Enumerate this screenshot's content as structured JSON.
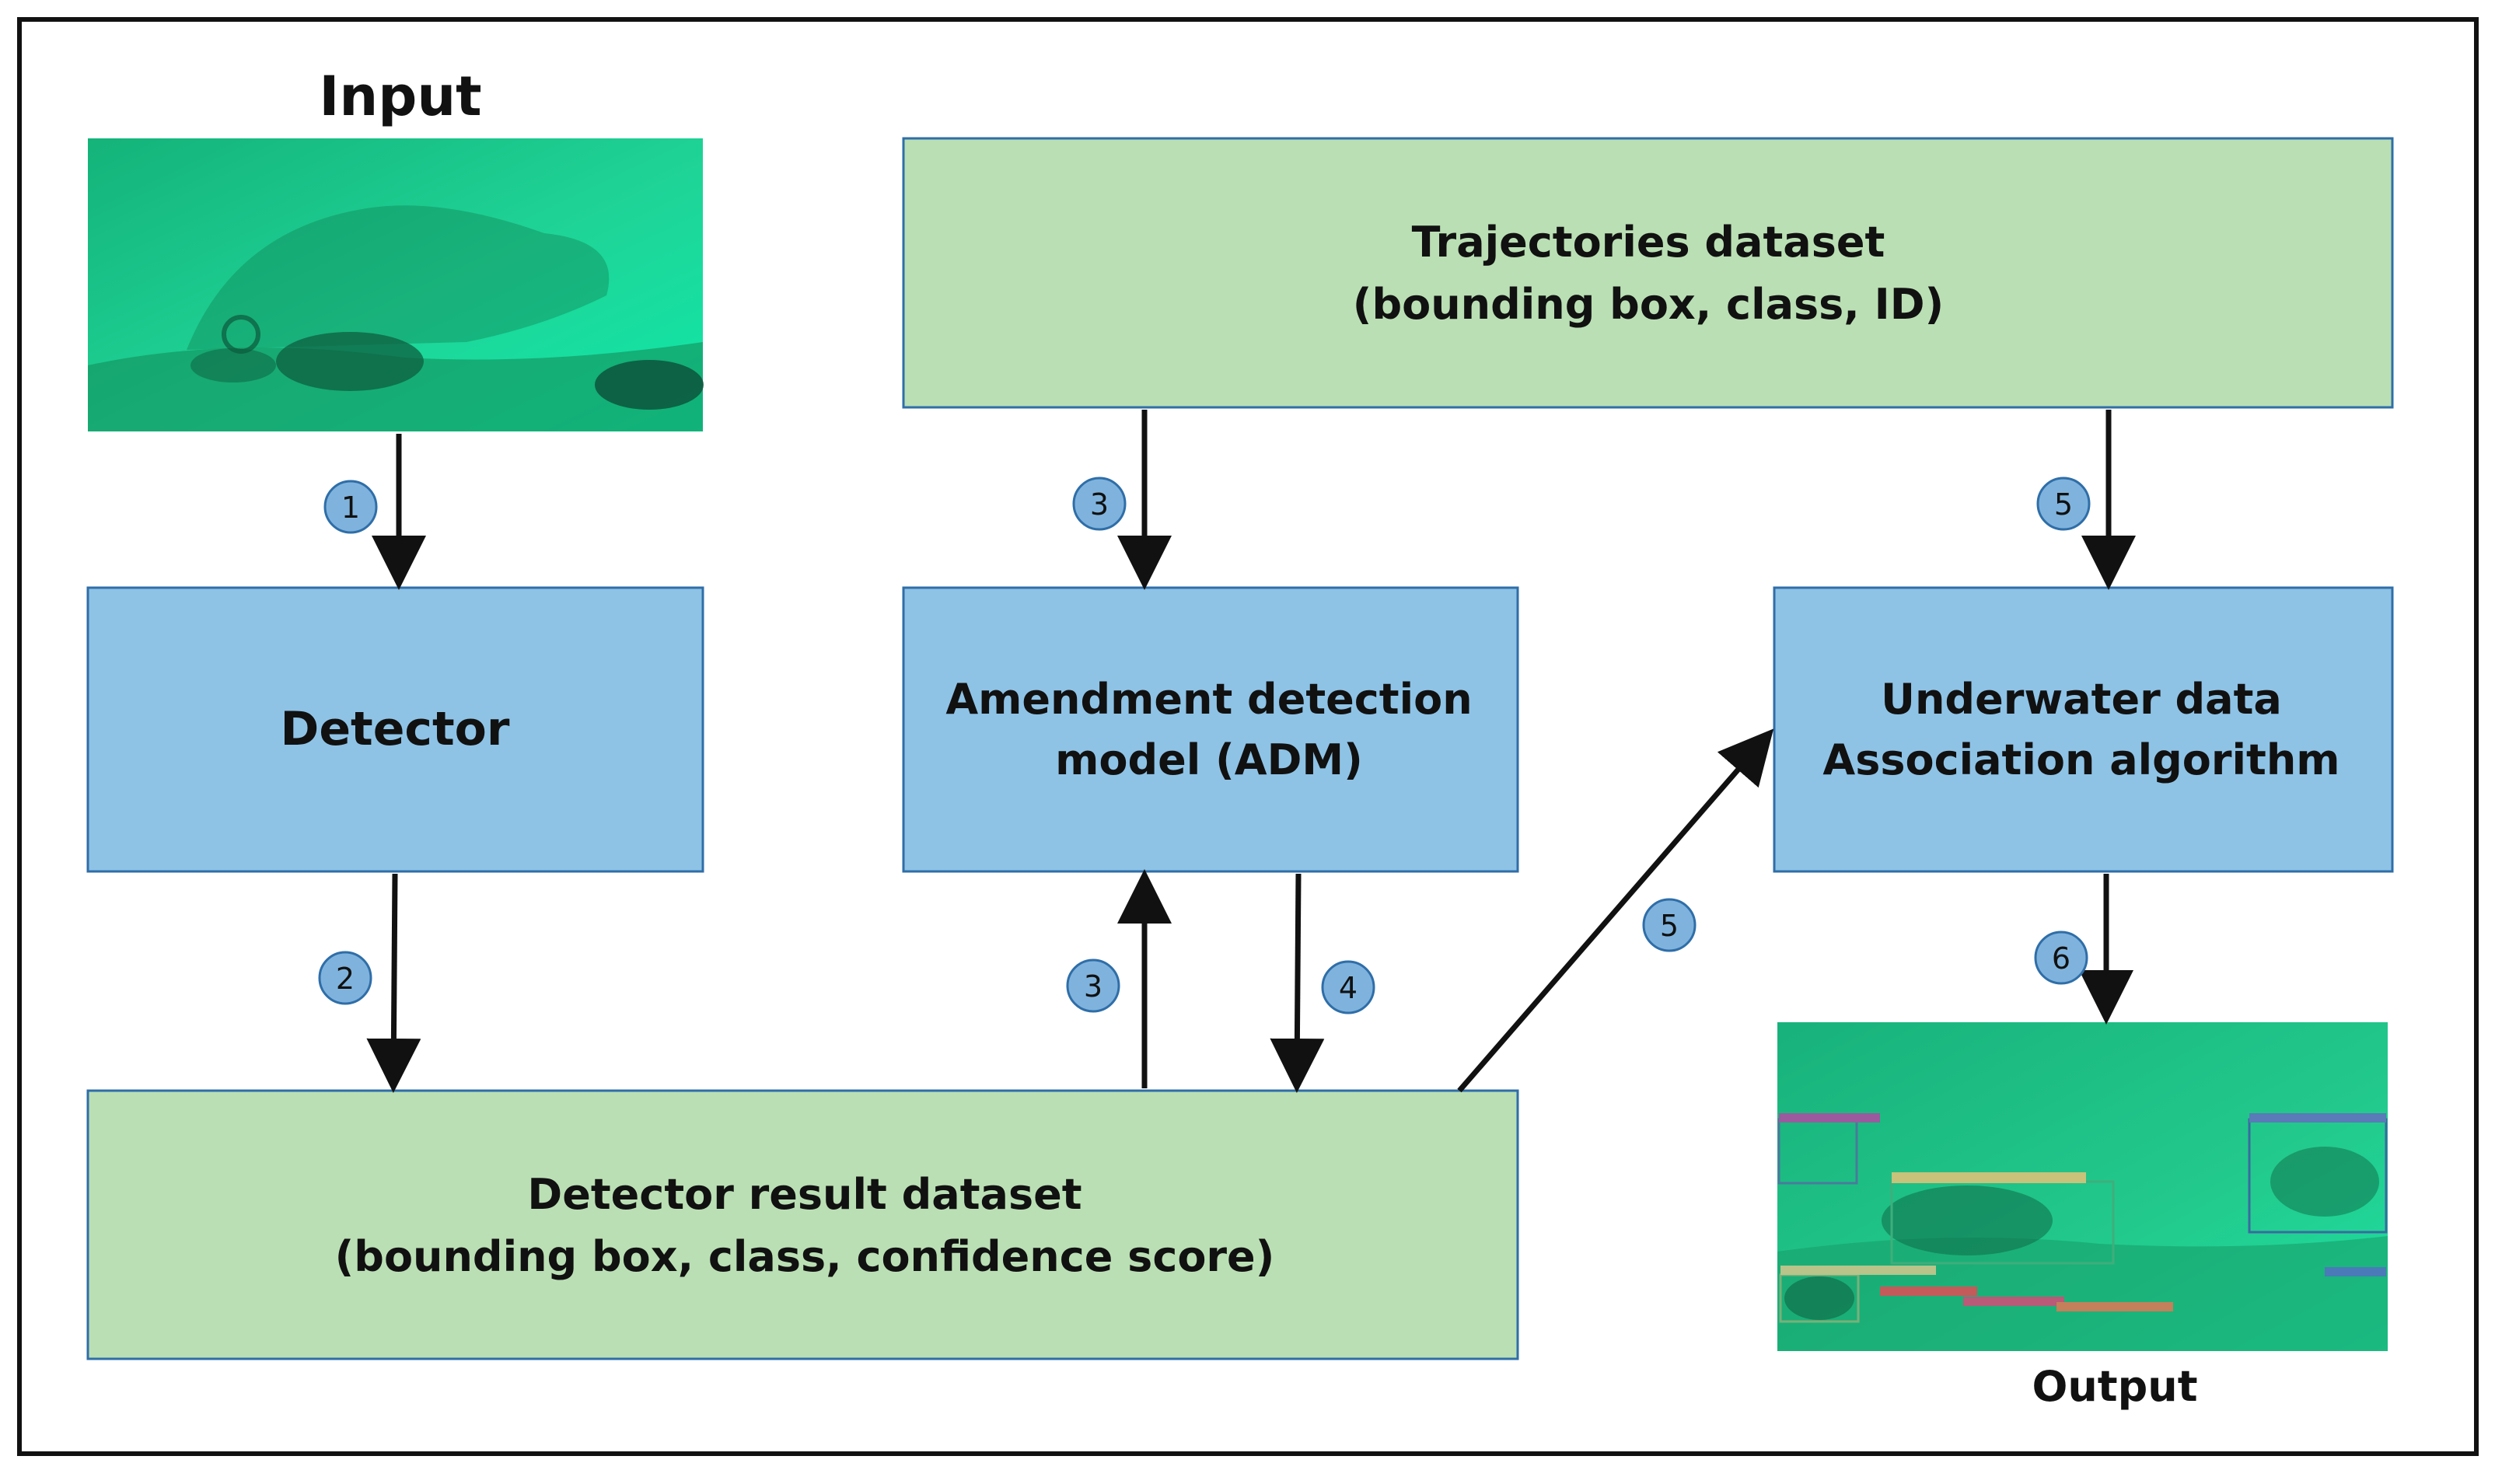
{
  "diagram": {
    "input_label": "Input",
    "output_label": "Output",
    "trajectories": {
      "line1": "Trajectories dataset",
      "line2": "(bounding box, class, ID)"
    },
    "detector": {
      "line1": "Detector"
    },
    "adm": {
      "line1": "Amendment detection",
      "line2": "model (ADM)"
    },
    "association": {
      "line1": "Underwater data",
      "line2": "Association algorithm"
    },
    "detector_result": {
      "line1": "Detector result dataset",
      "line2": "(bounding box, class, confidence score)"
    },
    "steps": {
      "s1": "1",
      "s2": "2",
      "s3a": "3",
      "s3b": "3",
      "s4": "4",
      "s5a": "5",
      "s5b": "5",
      "s6": "6"
    },
    "colors": {
      "blue_box": "#8ec3e6",
      "green_box": "#badfb4",
      "badge": "#7fb3dd",
      "underwater": "#1fc98a"
    }
  }
}
